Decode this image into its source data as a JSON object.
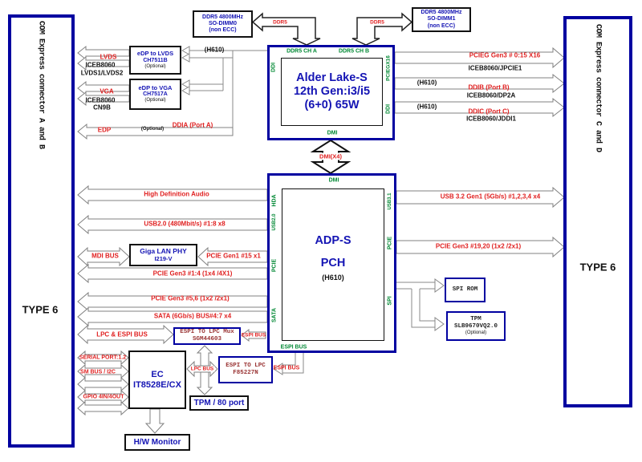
{
  "colors": {
    "accent_navy": "#0000a0",
    "green": "#008833",
    "red": "#e02020",
    "blue_text": "#1414b4",
    "maroon": "#993333",
    "wire_gray": "#808080"
  },
  "connectors": {
    "left": {
      "title": "COM Express connector A and B",
      "type": "TYPE 6"
    },
    "right": {
      "title": "COM Express connector C and D",
      "type": "TYPE 6"
    }
  },
  "memory": {
    "dimm0": {
      "l1": "DDR5 4800MHz",
      "l2": "SO-DIMM0",
      "l3": "(non ECC)",
      "bus": "DDR5"
    },
    "dimm1": {
      "l1": "DDR5 4800MHz",
      "l2": "SO-DIMM1",
      "l3": "(non ECC)",
      "bus": "DDR5"
    }
  },
  "cpu": {
    "l1": "Alder Lake-S",
    "l2": "12th Gen:i3/i5",
    "l3": "(6+0) 65W",
    "ports": {
      "ddr5a": "DDR5 CH A",
      "ddr5b": "DDR5 CH B",
      "ddi_left": "DDI",
      "pciegx16": "PCIEGX16",
      "ddi_right": "DDI",
      "dmi": "DMI"
    }
  },
  "dmi_link": {
    "label": "DMI(X4)"
  },
  "pch": {
    "l1": "ADP-S",
    "l2": "PCH",
    "l3": "(H610)",
    "ports": {
      "dmi": "DMI",
      "hda": "HDA",
      "usb20": "USB2.0",
      "pcie_l": "PCIE",
      "sata": "SATA",
      "usb31": "USB3.1",
      "pcie_r": "PCIE",
      "spi": "SPI",
      "espi": "ESPI BUS"
    }
  },
  "converters": {
    "lvds": {
      "l1": "eDP to LVDS",
      "l2": "CH7511B",
      "l3": "(Optional)"
    },
    "vga": {
      "l1": "eDP to VGA",
      "l2": "CH7517A",
      "l3": "(Optional)"
    }
  },
  "lan": {
    "l1": "Giga LAN PHY",
    "l2": "I219-V"
  },
  "ec": {
    "l1": "EC",
    "l2": "IT8528E/CX"
  },
  "espi": {
    "mux": {
      "l1": "ESPI TO LPC Mux",
      "l2": "SGM44603"
    },
    "bridge": {
      "l1": "ESPI TO LPC",
      "l2": "F85227N"
    },
    "bus_to_mux": "ESPI BUS",
    "bus_to_bridge": "ESPI BUS",
    "lpc_bus": "LPC BUS"
  },
  "tpm80": {
    "label": "TPM / 80 port"
  },
  "hwmon": {
    "label": "H/W Monitor"
  },
  "spirom": {
    "label": "SPI ROM"
  },
  "tpm": {
    "l1": "TPM",
    "l2": "SLB9670VQ2.0",
    "l3": "(Optional)"
  },
  "buses_left": {
    "lvds": "LVDS",
    "lvds_sub1": "ICEB8060",
    "lvds_sub2": "LVDS1/LVDS2",
    "vga": "VGA",
    "vga_sub1": "ICEB8060",
    "vga_sub2": "CN9B",
    "edp": "EDP",
    "edp_opt": "(Optional)",
    "ddia": "DDIA (Port A)",
    "h610": "(H610)",
    "hda": "High Definition Audio",
    "usb2": "USB2.0 (480Mbit/s) #1:8 x8",
    "mdi": "MDI BUS",
    "pcie_gen1": "PCIE Gen1 #15 x1",
    "pcie_14": "PCIE Gen3 #1:4 (1x4 /4X1)",
    "pcie_56": "PCIE Gen3 #5,6 (1x2 /2x1)",
    "sata": "SATA (6Gb/s) BUS#4:7  x4",
    "lpc_espi": "LPC & ESPI BUS",
    "serial": "SERIAL PORT:1.2",
    "smbus": "SM BUS / I2C",
    "gpio": "GPIO 4IN/4OUT"
  },
  "buses_right": {
    "pcieg": "PCIEG Gen3 # 0:15 X16",
    "pcieg_sub": "ICEB8060/JPCIE1",
    "h610_b": "(H610)",
    "ddib": "DDIB (Port B)",
    "ddib_sub": "ICEB8060/DP2A",
    "h610_c": "(H610)",
    "ddic": "DDIC (Port C)",
    "ddic_sub": "ICEB8060/JDDI1",
    "usb32": "USB 3.2 Gen1 (5Gb/s) #1,2,3,4  x4",
    "pcie_1920": "PCIE Gen3 #19,20 (1x2 /2x1)"
  }
}
